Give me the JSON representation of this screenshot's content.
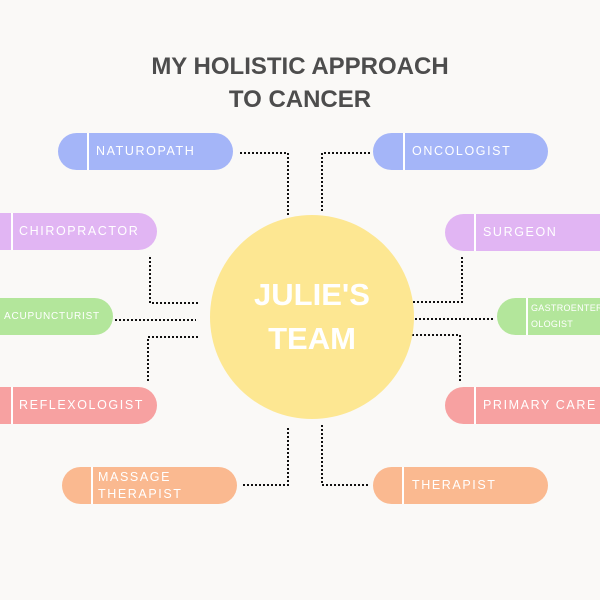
{
  "title": {
    "line1": "MY HOLISTIC APPROACH",
    "line2": "TO CANCER"
  },
  "center": {
    "line1": "JULIE'S",
    "line2": "TEAM"
  },
  "team": {
    "naturopath": "NATUROPATH",
    "oncologist": "ONCOLOGIST",
    "chiropractor": "CHIROPRACTOR",
    "surgeon": "SURGEON",
    "acupuncturist": "ACUPUNCTURIST",
    "gastro1": "GASTROENTER",
    "gastro2": "OLOGIST",
    "reflexologist": "REFLEXOLOGIST",
    "primary_care": "PRIMARY CARE",
    "massage1": "MASSAGE",
    "massage2": "THERAPIST",
    "therapist": "THERAPIST"
  },
  "colors": {
    "blue": "#a4b5f8",
    "purple": "#e1b5f3",
    "green": "#b3e69b",
    "red": "#f7a1a1",
    "orange": "#fab990",
    "yellow": "#fde792"
  }
}
